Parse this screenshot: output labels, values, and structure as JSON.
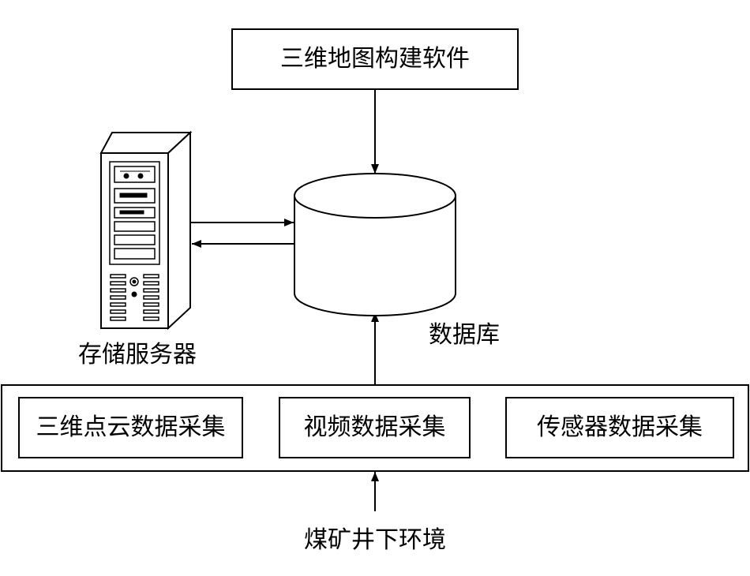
{
  "software": {
    "label": "三维地图构建软件"
  },
  "database": {
    "label": "数据库"
  },
  "server": {
    "label": "存储服务器"
  },
  "collection": {
    "items": [
      {
        "label": "三维点云数据采集"
      },
      {
        "label": "视频数据采集"
      },
      {
        "label": "传感器数据采集"
      }
    ]
  },
  "environment": {
    "label": "煤矿井下环境"
  }
}
